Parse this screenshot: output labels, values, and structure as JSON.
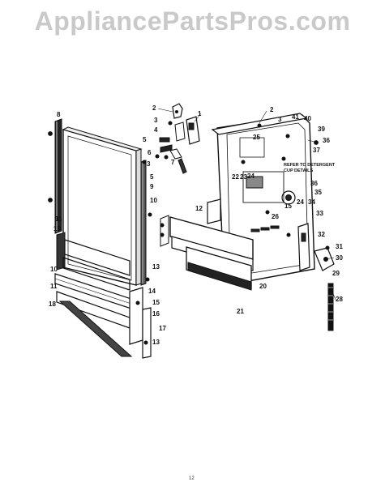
{
  "watermark": "AppliancePartsPros.com",
  "diagram": {
    "callouts": [
      {
        "id": "c1",
        "text": "1"
      },
      {
        "id": "c2a",
        "text": "2"
      },
      {
        "id": "c2b",
        "text": "2"
      },
      {
        "id": "c3a",
        "text": "3"
      },
      {
        "id": "c3b",
        "text": "3"
      },
      {
        "id": "c3c",
        "text": "3"
      },
      {
        "id": "c4",
        "text": "4"
      },
      {
        "id": "c5a",
        "text": "5"
      },
      {
        "id": "c5b",
        "text": "5"
      },
      {
        "id": "c6",
        "text": "6"
      },
      {
        "id": "c7",
        "text": "7"
      },
      {
        "id": "c8",
        "text": "8"
      },
      {
        "id": "c9",
        "text": "9"
      },
      {
        "id": "c10a",
        "text": "10"
      },
      {
        "id": "c10b",
        "text": "10"
      },
      {
        "id": "c11",
        "text": "11"
      },
      {
        "id": "c12",
        "text": "12"
      },
      {
        "id": "c13a",
        "text": "13"
      },
      {
        "id": "c13b",
        "text": "13"
      },
      {
        "id": "c13c",
        "text": "13"
      },
      {
        "id": "c14",
        "text": "14"
      },
      {
        "id": "c15a",
        "text": "15"
      },
      {
        "id": "c15b",
        "text": "15"
      },
      {
        "id": "c16",
        "text": "16"
      },
      {
        "id": "c17",
        "text": "17"
      },
      {
        "id": "c18",
        "text": "18"
      },
      {
        "id": "c19",
        "text": "19"
      },
      {
        "id": "c20",
        "text": "20"
      },
      {
        "id": "c21",
        "text": "21"
      },
      {
        "id": "c22",
        "text": "22"
      },
      {
        "id": "c23",
        "text": "23"
      },
      {
        "id": "c24a",
        "text": "24"
      },
      {
        "id": "c24b",
        "text": "24"
      },
      {
        "id": "c25",
        "text": "25"
      },
      {
        "id": "c26",
        "text": "26"
      },
      {
        "id": "c28",
        "text": "28"
      },
      {
        "id": "c29",
        "text": "29"
      },
      {
        "id": "c30",
        "text": "30"
      },
      {
        "id": "c31",
        "text": "31"
      },
      {
        "id": "c32",
        "text": "32"
      },
      {
        "id": "c33",
        "text": "33"
      },
      {
        "id": "c34",
        "text": "34"
      },
      {
        "id": "c35",
        "text": "35"
      },
      {
        "id": "c36",
        "text": "36"
      },
      {
        "id": "c37",
        "text": "37"
      },
      {
        "id": "c39",
        "text": "39"
      },
      {
        "id": "c40",
        "text": "40"
      },
      {
        "id": "c41",
        "text": "41"
      }
    ],
    "note_line1": "REFER TO DETERGENT",
    "note_line2": "CUP DETAILS",
    "page_number": "12"
  }
}
